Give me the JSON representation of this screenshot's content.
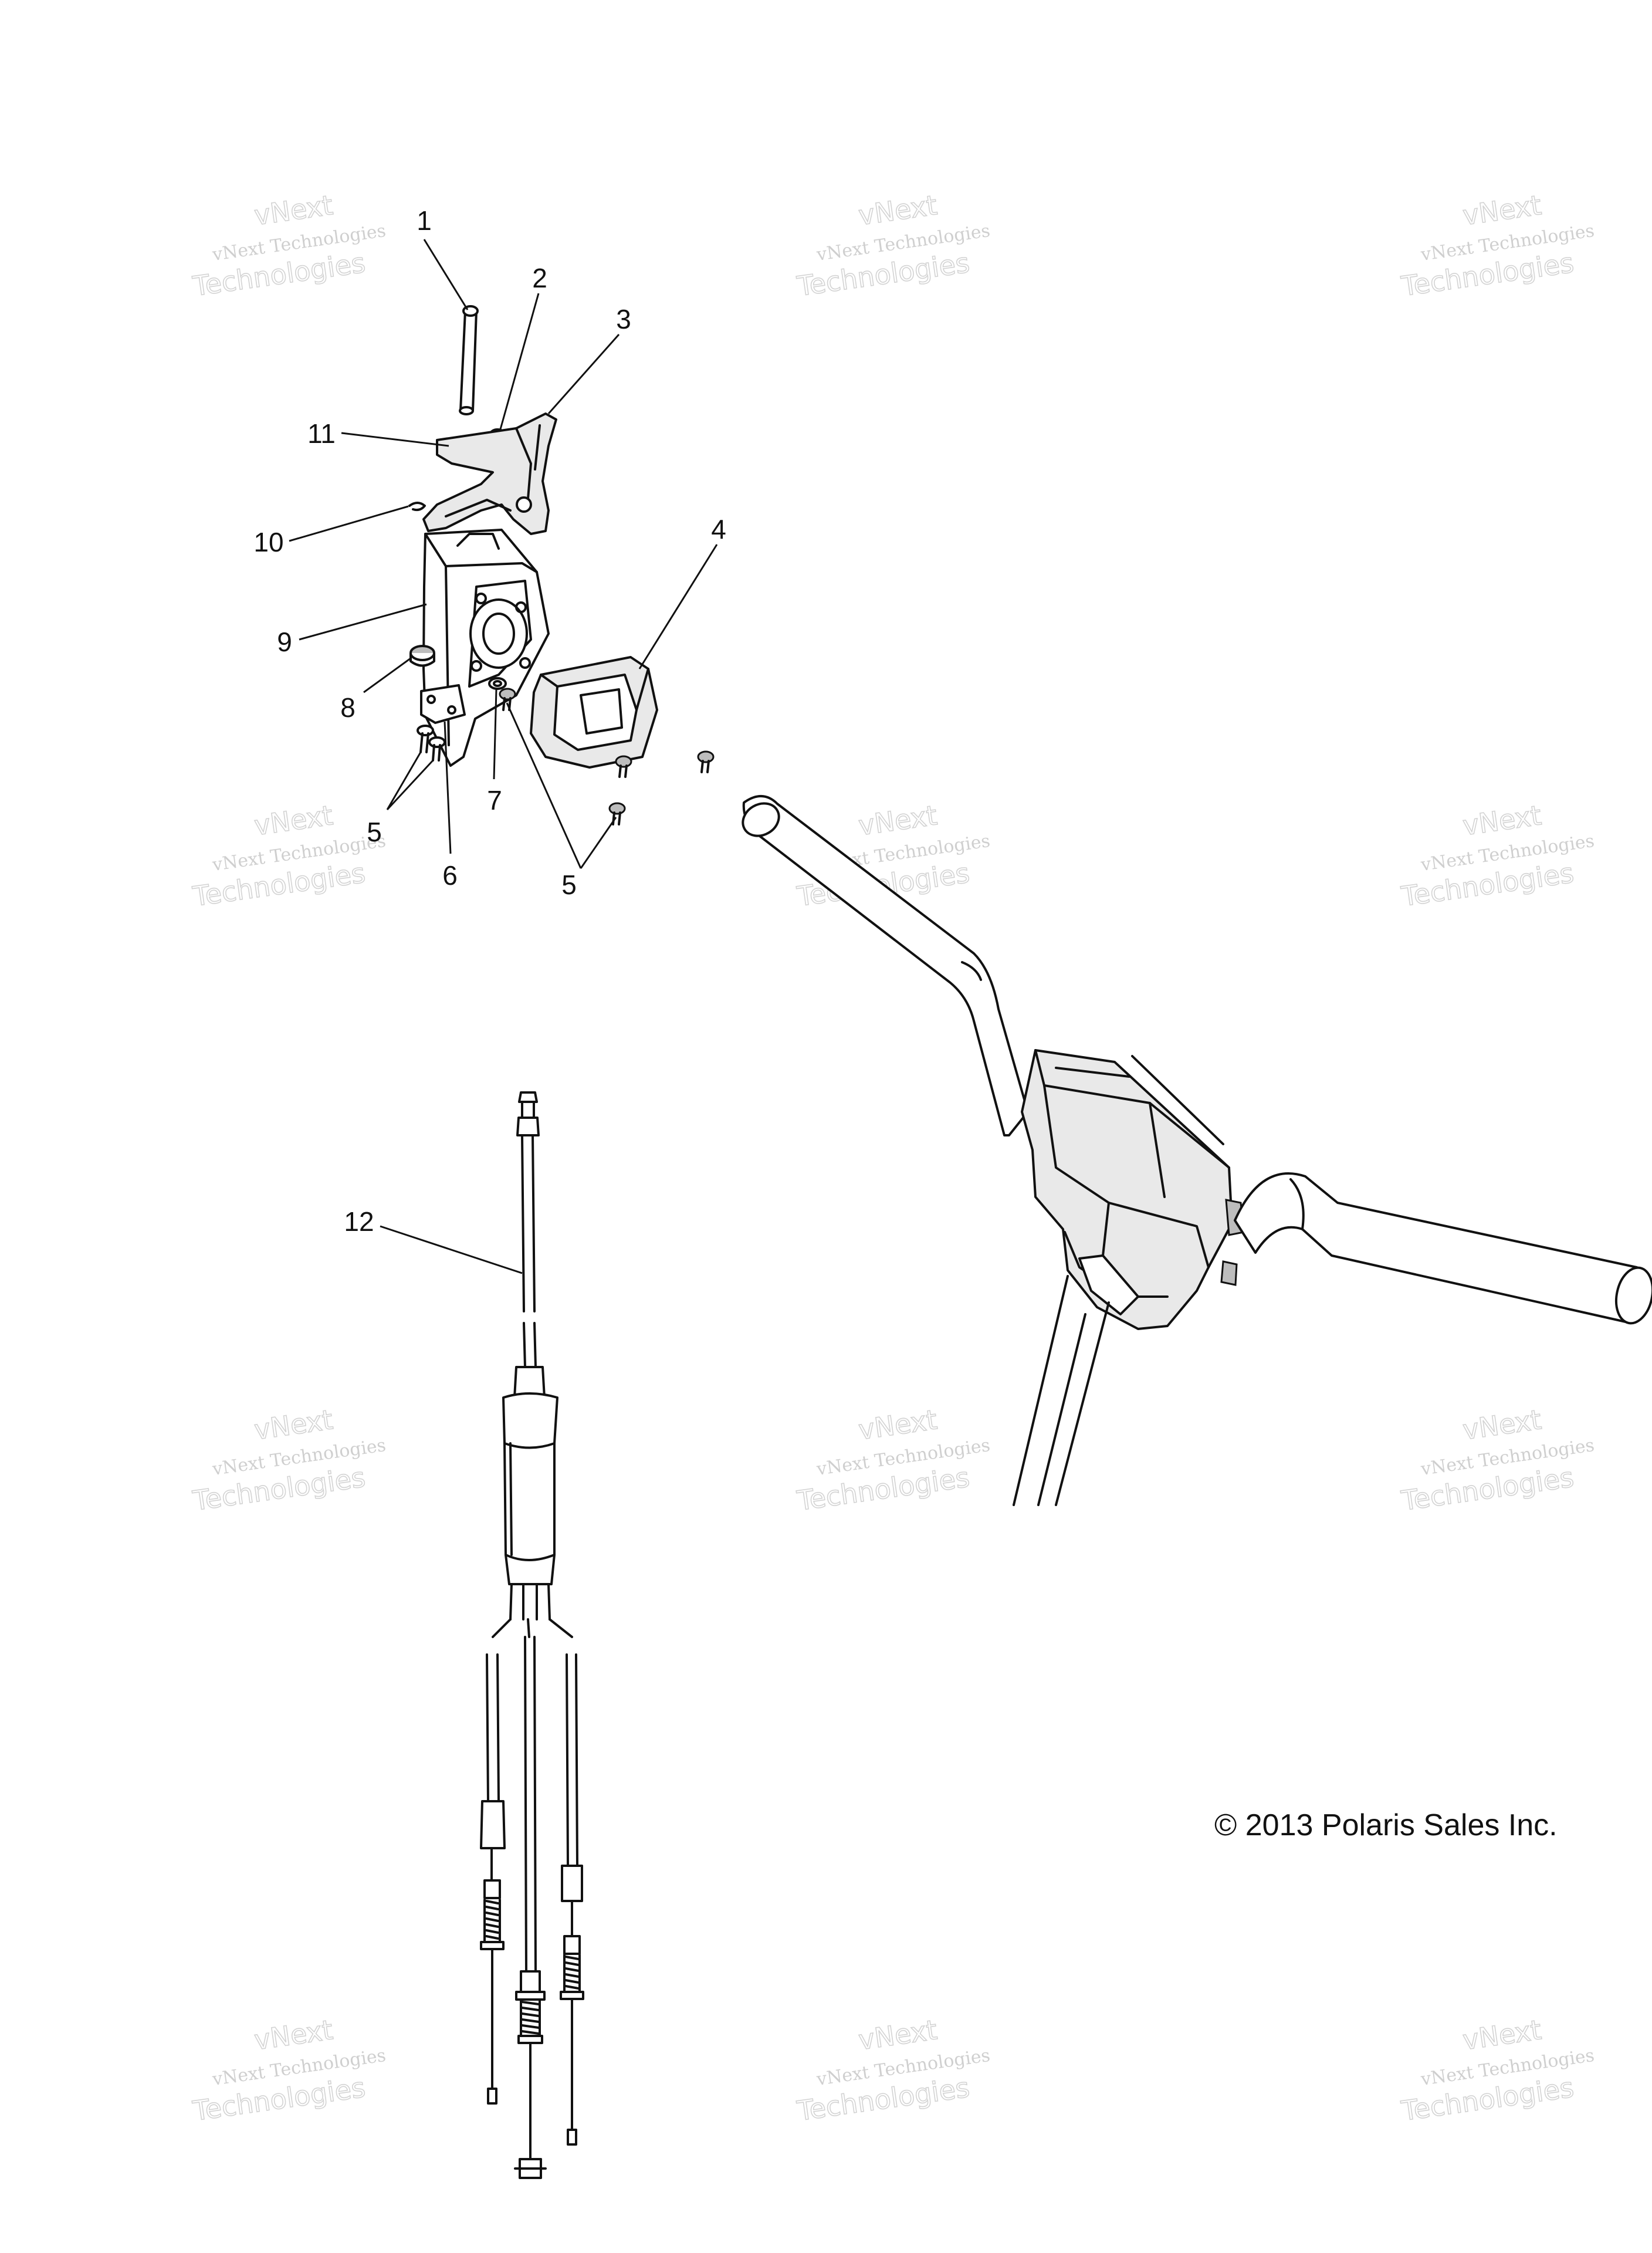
{
  "callouts": {
    "c1": "1",
    "c2": "2",
    "c3": "3",
    "c4": "4",
    "c5a": "5",
    "c5b": "5",
    "c6": "6",
    "c7": "7",
    "c8": "8",
    "c9": "9",
    "c10": "10",
    "c11": "11",
    "c12": "12"
  },
  "watermark": {
    "line1": "vNext Technologies",
    "line2": "vNext",
    "line3": "Technologies"
  },
  "copyright": "© 2013 Polaris Sales Inc."
}
